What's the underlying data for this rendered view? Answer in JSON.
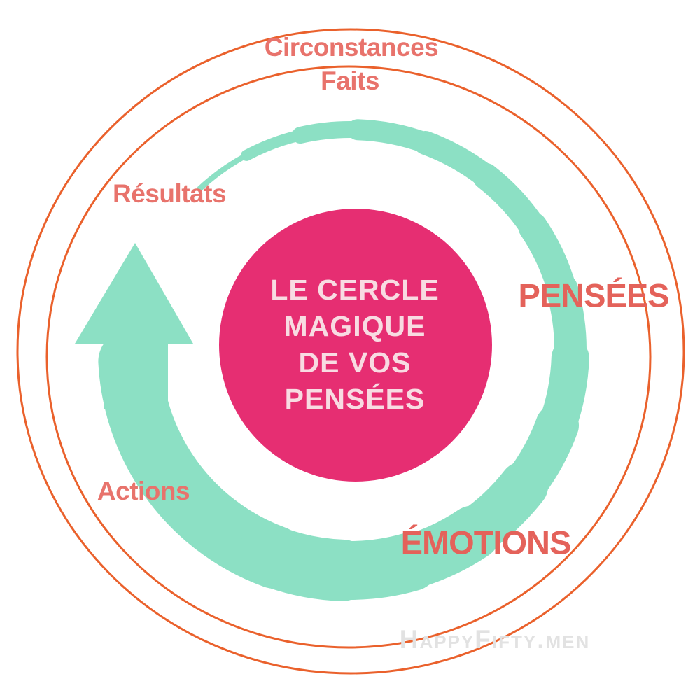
{
  "diagram": {
    "kind": "cycle-diagram",
    "center_badge": {
      "lines": [
        "LE CERCLE",
        "MAGIQUE",
        "DE VOS",
        "PENSÉES"
      ]
    },
    "cycle_labels": {
      "circonstances": "Circonstances",
      "faits": "Faits",
      "pensees": "PENSÉES",
      "emotions": "ÉMOTIONS",
      "actions": "Actions",
      "resultats": "Résultats"
    }
  },
  "watermark": {
    "text": "HappyFifty.men"
  },
  "colors": {
    "ring_orange": "#ea612c",
    "arrow_teal": "#8ce0c4",
    "badge_pink": "#e62e72",
    "badge_text_pink": "#f8dbe2",
    "label_coral": "#e8736c",
    "label_red": "#e4625a",
    "watermark_gray": "#e2e2e2"
  }
}
